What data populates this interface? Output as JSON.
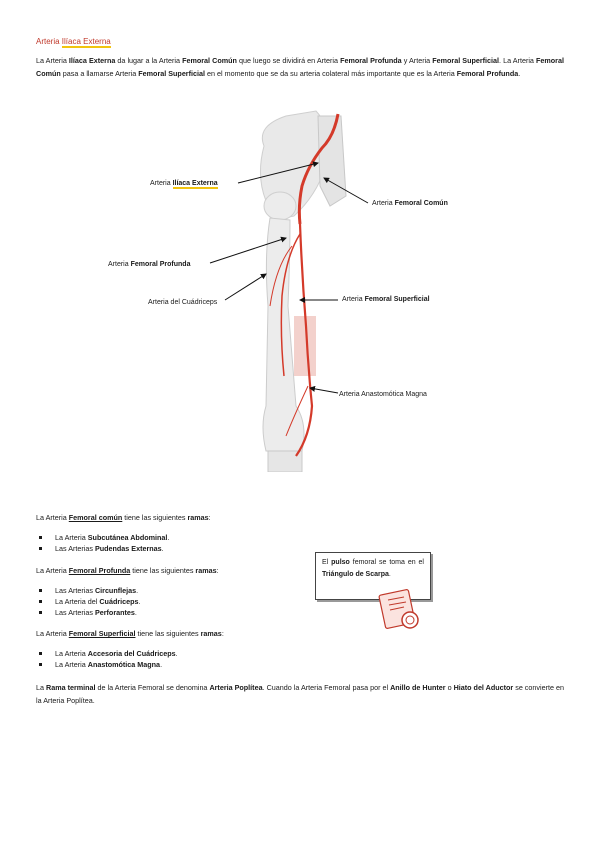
{
  "title": {
    "prefix": "Arteria ",
    "highlight": "Ilíaca Externa"
  },
  "intro": {
    "t1": "La Arteria ",
    "b1": "Ilíaca Externa",
    "t2": " da lugar a la Arteria ",
    "b2": "Femoral Común",
    "t3": " que luego se dividirá en Arteria ",
    "b3": "Femoral Profunda",
    "t4": " y Arteria ",
    "b4": "Femoral Superficial",
    "t5": ". La Arteria ",
    "b5": "Femoral Común",
    "t6": " pasa a llamarse Arteria ",
    "b6": "Femoral Superficial",
    "t7": " en el momento que se da su arteria colateral más importante que es la Arteria ",
    "b7": "Femoral Profunda",
    "t8": "."
  },
  "figure_labels": {
    "iliaca": {
      "prefix": "Arteria ",
      "highlight": "Ilíaca Externa"
    },
    "comun": {
      "prefix": "Arteria ",
      "bold": "Femoral Común"
    },
    "profunda": {
      "prefix": "Arteria ",
      "bold": "Femoral Profunda"
    },
    "cuadriceps": {
      "text": "Arteria del Cuádriceps"
    },
    "superficial": {
      "prefix": "Arteria ",
      "bold": "Femoral Superficial"
    },
    "anastomotica": {
      "text": "Arteria Anastomótica Magna"
    }
  },
  "section_comun": {
    "prefix": "La Arteria ",
    "underlined": "Femoral común",
    "middle": " tiene las siguientes ",
    "bold": "ramas",
    "suffix": ":",
    "items": [
      {
        "pre": "La Arteria ",
        "bold": "Subcutánea Abdominal",
        "post": "."
      },
      {
        "pre": "Las Arterias ",
        "bold": "Pudendas Externas",
        "post": "."
      }
    ]
  },
  "section_profunda": {
    "prefix": "La Arteria ",
    "underlined": "Femoral Profunda",
    "middle": " tiene las siguientes ",
    "bold": "ramas",
    "suffix": ":",
    "items": [
      {
        "pre": "Las Arterias ",
        "bold": "Circunflejas",
        "post": "."
      },
      {
        "pre": "La Arteria del ",
        "bold": "Cuádriceps",
        "post": "."
      },
      {
        "pre": "Las Arterias ",
        "bold": "Perforantes",
        "post": "."
      }
    ]
  },
  "section_superficial": {
    "prefix": "La Arteria ",
    "underlined": "Femoral Superficial",
    "middle": " tiene las siguientes ",
    "bold": "ramas",
    "suffix": ":",
    "items": [
      {
        "pre": "La Arteria ",
        "bold": "Accesoria del Cuádriceps",
        "post": "."
      },
      {
        "pre": "La Arteria ",
        "bold": "Anastomótica Magna",
        "post": "."
      }
    ]
  },
  "note": {
    "t1": "El ",
    "b1": "pulso",
    "t2": " femoral se toma en el ",
    "b2": "Triángulo de Scarpa",
    "t3": "."
  },
  "closing": {
    "t1": "La ",
    "b1": "Rama terminal",
    "t2": " de la Arteria Femoral se denomina ",
    "b2": "Arteria Poplítea",
    "t3": ". Cuando la Arteria Femoral pasa por el ",
    "b3": "Anillo de Hunter",
    "t4": " o ",
    "b4": "Hiato del Aductor",
    "t5": " se convierte en la Arteria Poplítea."
  },
  "colors": {
    "accent": "#c0392b",
    "highlight": "#f1c40f",
    "artery": "#d43a2a"
  },
  "icons": {
    "note_stamp": "certificate-stamp-icon"
  }
}
